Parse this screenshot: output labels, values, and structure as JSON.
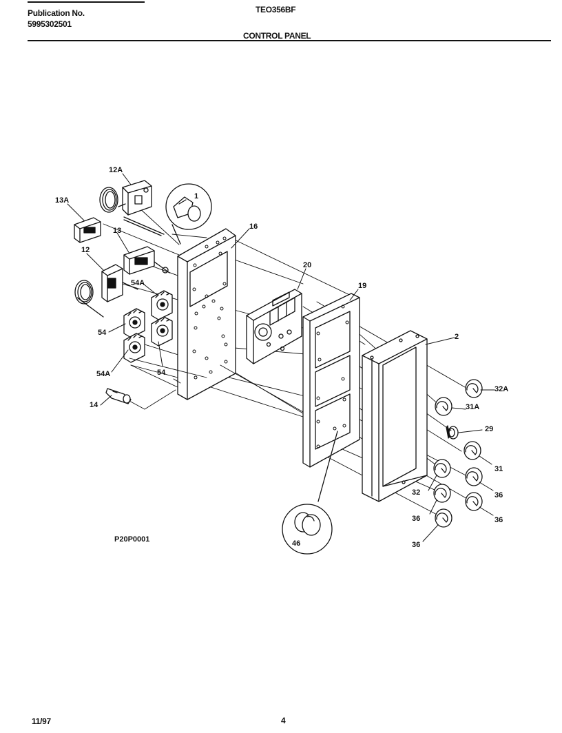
{
  "header": {
    "publication_label": "Publication No.",
    "publication_number": "5995302501",
    "model": "TEO356BF",
    "section_title": "CONTROL PANEL"
  },
  "diagram": {
    "figure_code": "P20P0001",
    "callouts": [
      "12A",
      "13A",
      "13",
      "12",
      "54A",
      "54",
      "54A",
      "54",
      "14",
      "1",
      "16",
      "20",
      "19",
      "2",
      "32A",
      "31A",
      "29",
      "31",
      "32",
      "36",
      "36",
      "36",
      "36",
      "46"
    ]
  },
  "footer": {
    "date": "11/97",
    "page": "4"
  }
}
